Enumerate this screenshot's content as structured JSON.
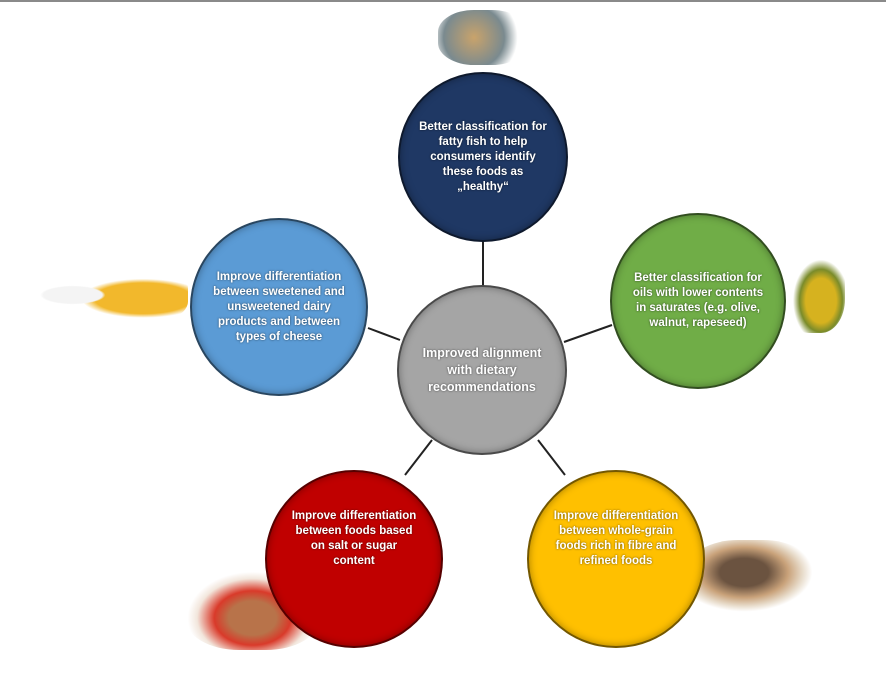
{
  "center": {
    "text": "Improved alignment with dietary recommendations",
    "color": "#a5a5a5"
  },
  "nodes": [
    {
      "id": "fish",
      "text": "Better classification for fatty fish to help consumers identify these foods as „healthy“",
      "color": "#1f3864",
      "image": "fish-icon"
    },
    {
      "id": "oils",
      "text": "Better classification for oils with lower contents in saturates (e.g. olive, walnut, rapeseed)",
      "color": "#70ad47",
      "image": "olive-oil-icon"
    },
    {
      "id": "whole-grain",
      "text": "Improve differentiation between whole-grain foods rich in fibre and refined foods",
      "color": "#ffc000",
      "image": "bread-icon"
    },
    {
      "id": "salt-sugar",
      "text": "Improve differentiation between foods based on salt or sugar content",
      "color": "#c00000",
      "image": "junk-food-icon"
    },
    {
      "id": "dairy",
      "text": "Improve differentiation between sweetened and unsweetened dairy products and between types of cheese",
      "color": "#5b9bd5",
      "image": "dairy-cheese-icon"
    }
  ]
}
